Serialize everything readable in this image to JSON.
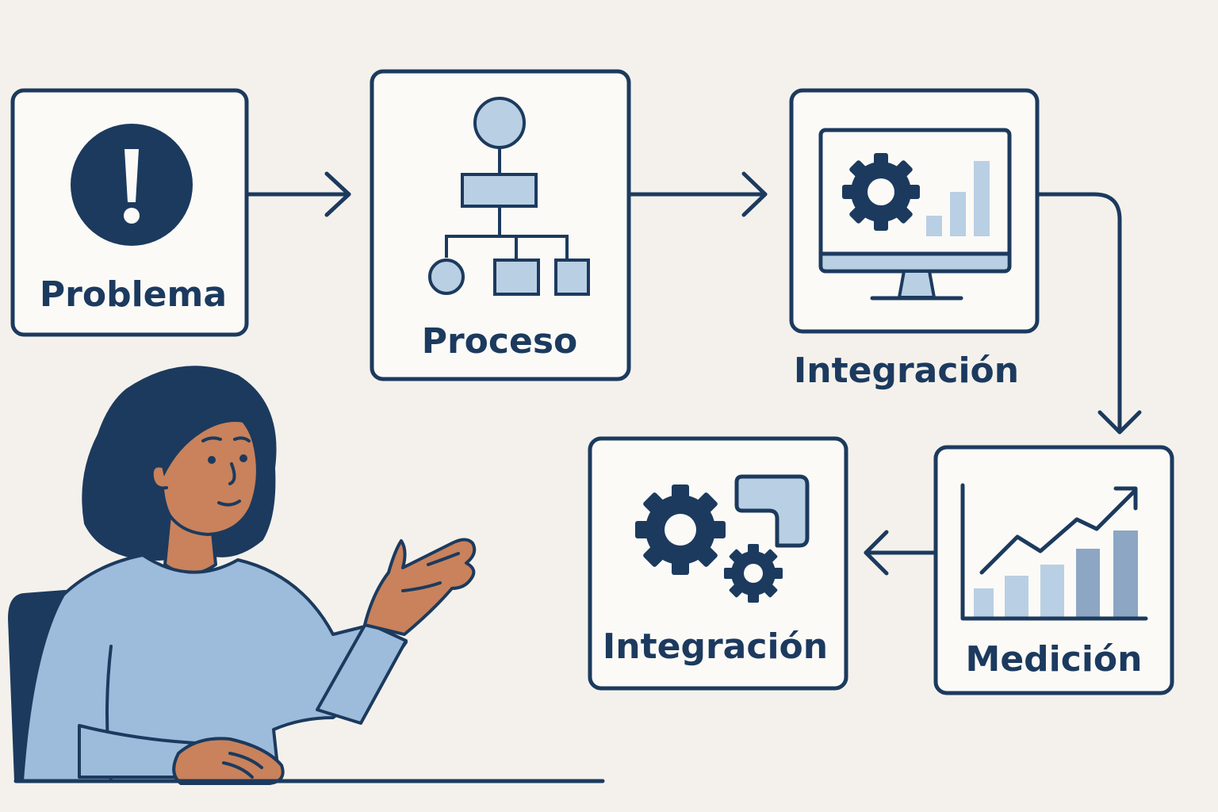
{
  "colors": {
    "background": "#f4f1ec",
    "ink": "#1c3a5e",
    "card": "#fbfaf7",
    "accent_light": "#b9cfe3",
    "accent_mid": "#8ca6c4",
    "skin": "#c9825b",
    "sweater": "#9dbcdc",
    "chair": "#1c3a5e"
  },
  "steps": [
    {
      "id": "problema",
      "label": "Problema",
      "icon": "alert-icon"
    },
    {
      "id": "proceso",
      "label": "Proceso",
      "icon": "flowchart-icon"
    },
    {
      "id": "integracion-monitor",
      "label": "Integración",
      "icon": "monitor-gear-chart-icon"
    },
    {
      "id": "medicion",
      "label": "Medición",
      "icon": "growth-chart-icon"
    },
    {
      "id": "integracion-gears",
      "label": "Integración",
      "icon": "gears-puzzle-icon"
    }
  ],
  "flow": [
    "problema",
    "proceso",
    "integracion-monitor",
    "medicion",
    "integracion-gears"
  ],
  "person": {
    "icon": "presenter-woman-icon"
  }
}
